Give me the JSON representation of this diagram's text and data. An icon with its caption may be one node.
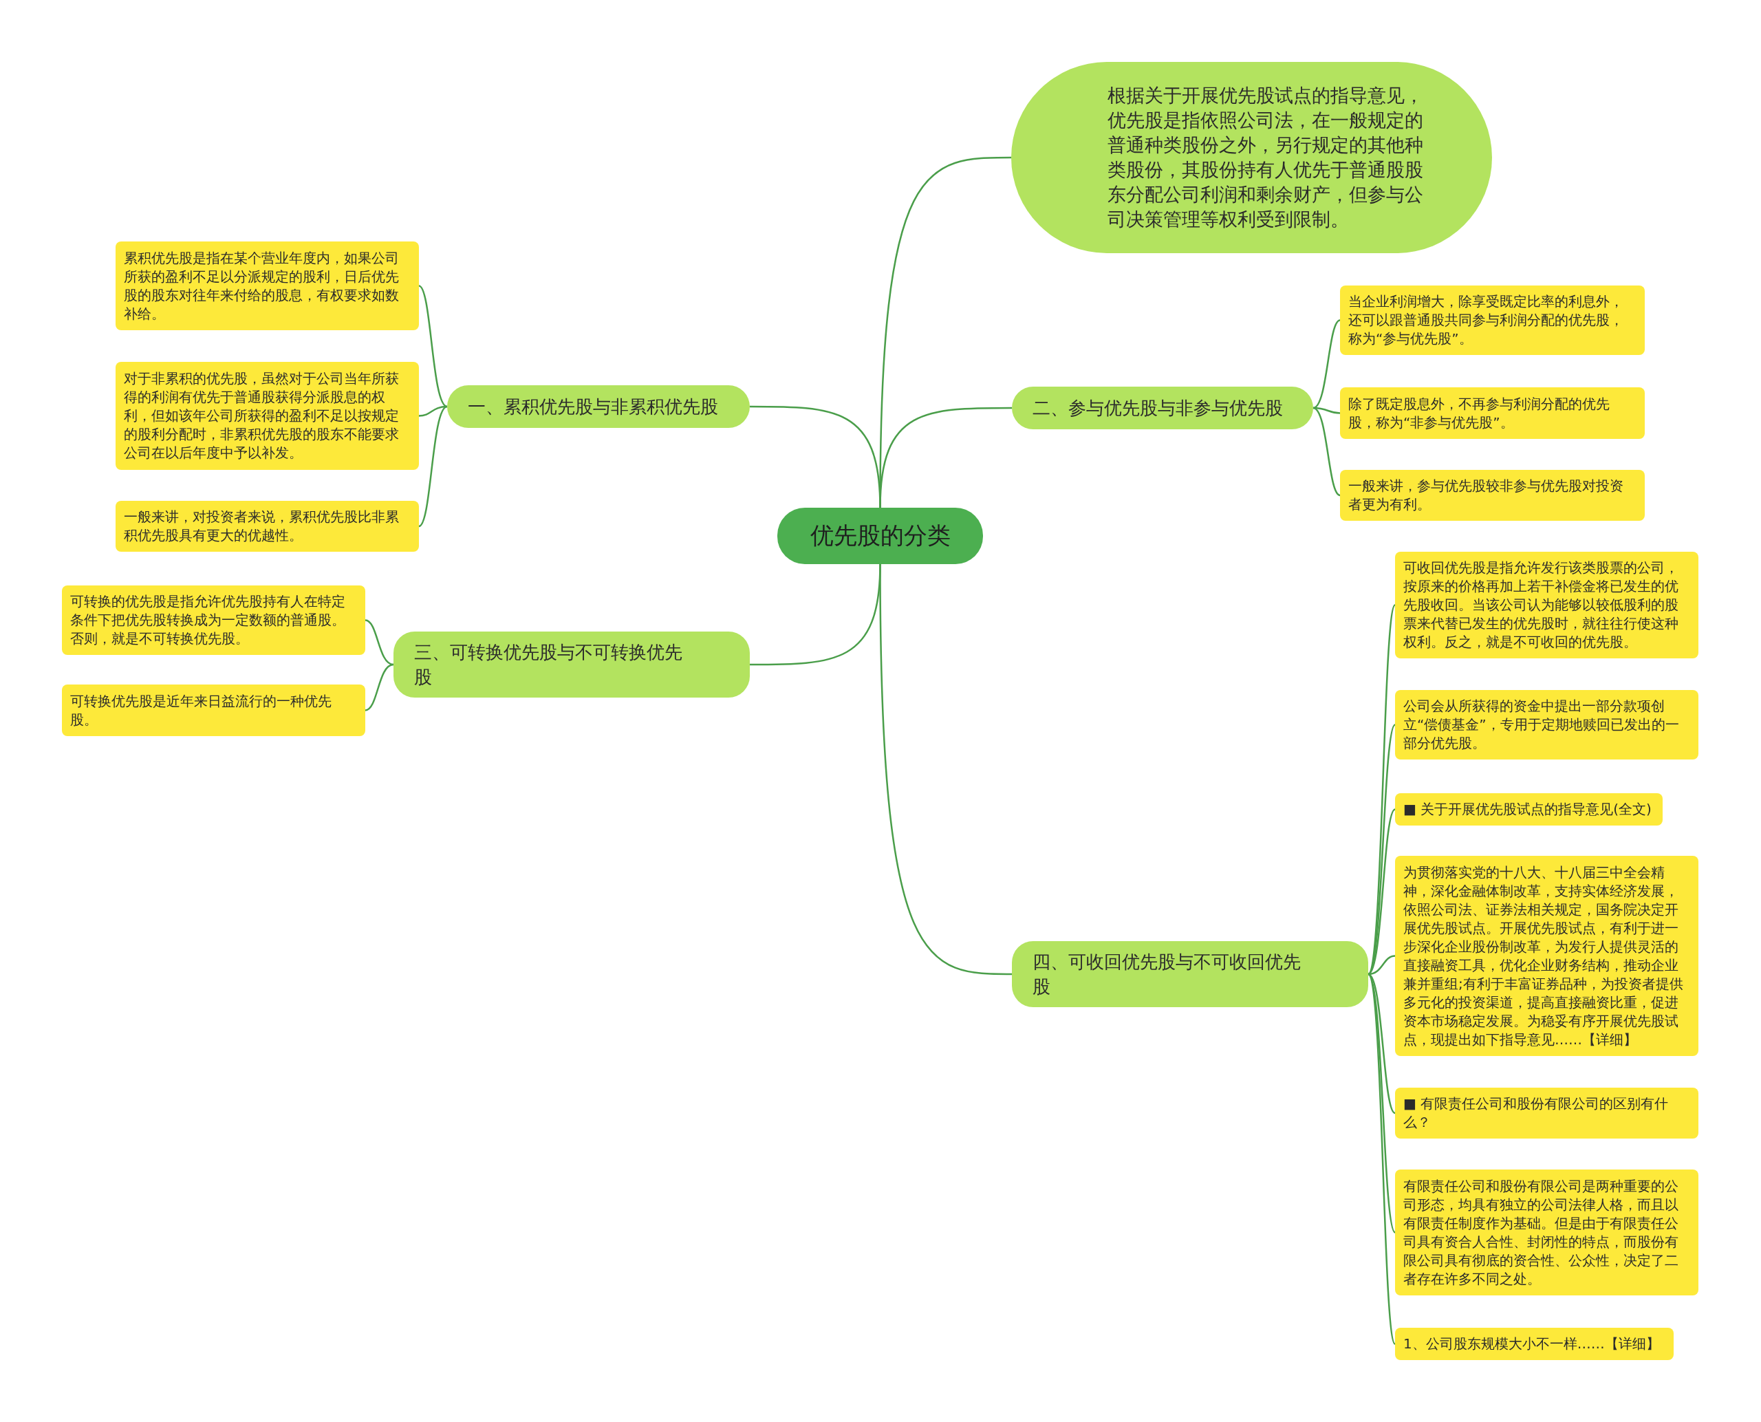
{
  "diagram": {
    "nodes": [
      {
        "text": [
          "优先股的分类"
        ]
      },
      {
        "text": [
          "根据关于开展优先股试点的指导意见，优先股是指依照公司法，在一般规定的普通种类股份之外，另行规定的其他种类股份，其股份持有人优先于普通股股东分配公司利润和剩余财产，但参与公司决策管理等权利受到限制。"
        ]
      },
      {
        "text": [
          "一、累积优先股与非累积优先股"
        ]
      },
      {
        "text": [
          "累积优先股是指在某个营业年度内，如果公司所获的盈利不足以分派规定的股利，日后优先股的股东对往年来付给的股息，有权要求如数补给。"
        ]
      },
      {
        "text": [
          "对于非累积的优先股，虽然对于公司当年所获得的利润有优先于普通股获得分派股息的权利，但如该年公司所获得的盈利不足以按规定的股利分配时，非累积优先股的股东不能要求公司在以后年度中予以补发。"
        ]
      },
      {
        "text": [
          "一般来讲，对投资者来说，累积优先股比非累积优先股具有更大的优越性。"
        ]
      },
      {
        "text": [
          "二、参与优先股与非参与优先股"
        ]
      },
      {
        "text": [
          "当企业利润增大，除享受既定比率的利息外，还可以跟普通股共同参与利润分配的优先股，称为“参与优先股”。"
        ]
      },
      {
        "text": [
          "除了既定股息外，不再参与利润分配的优先股，称为“非参与优先股”。"
        ]
      },
      {
        "text": [
          "一般来讲，参与优先股较非参与优先股对投资者更为有利。"
        ]
      },
      {
        "text": [
          "三、可转换优先股与不可转换优先股"
        ]
      },
      {
        "text": [
          "可转换的优先股是指允许优先股持有人在特定条件下把优先股转换成为一定数额的普通股。否则，就是不可转换优先股。"
        ]
      },
      {
        "text": [
          "可转换优先股是近年来日益流行的一种优先股。"
        ]
      },
      {
        "text": [
          "四、可收回优先股与不可收回优先股"
        ]
      },
      {
        "text": [
          "可收回优先股是指允许发行该类股票的公司，按原来的价格再加上若干补偿金将已发生的优先股收回。当该公司认为能够以较低股利的股票来代替已发生的优先股时，就往往行使这种权利。反之，就是不可收回的优先股。"
        ]
      },
      {
        "text": [
          "公司会从所获得的资金中提出一部分款项创立“偿债基金”，专用于定期地赎回已发出的一部分优先股。"
        ]
      },
      {
        "text": [
          "■ 关于开展优先股试点的指导意见(全文)"
        ]
      },
      {
        "text": [
          "为贯彻落实党的十八大、十八届三中全会精神，深化金融体制改革，支持实体经济发展，依照公司法、证券法相关规定，国务院决定开展优先股试点。开展优先股试点，有利于进一步深化企业股份制改革，为发行人提供灵活的直接融资工具，优化企业财务结构，推动企业兼并重组;有利于丰富证券品种，为投资者提供多元化的投资渠道，提高直接融资比重，促进资本市场稳定发展。为稳妥有序开展优先股试点，现提出如下指导意见……【详细】"
        ]
      },
      {
        "text": [
          "■ 有限责任公司和股份有限公司的区别有什么？"
        ]
      },
      {
        "text": [
          "有限责任公司和股份有限公司是两种重要的公司形态，均具有独立的公司法律人格，而且以有限责任制度作为基础。但是由于有限责任公司具有资合人合性、封闭性的特点，而股份有限公司具有彻底的资合性、公众性，决定了二者存在许多不同之处。"
        ]
      },
      {
        "text": [
          "1、公司股东规模大小不一样……【详细】"
        ]
      }
    ],
    "edges": [
      {
        "from": 0,
        "to": 1,
        "arrow": "none"
      },
      {
        "from": 0,
        "to": 2,
        "arrow": "none"
      },
      {
        "from": 0,
        "to": 6,
        "arrow": "none"
      },
      {
        "from": 0,
        "to": 10,
        "arrow": "none"
      },
      {
        "from": 0,
        "to": 13,
        "arrow": "none"
      },
      {
        "from": 2,
        "to": 3,
        "arrow": "none"
      },
      {
        "from": 2,
        "to": 4,
        "arrow": "none"
      },
      {
        "from": 2,
        "to": 5,
        "arrow": "none"
      },
      {
        "from": 6,
        "to": 7,
        "arrow": "none"
      },
      {
        "from": 6,
        "to": 8,
        "arrow": "none"
      },
      {
        "from": 6,
        "to": 9,
        "arrow": "none"
      },
      {
        "from": 10,
        "to": 11,
        "arrow": "none"
      },
      {
        "from": 10,
        "to": 12,
        "arrow": "none"
      },
      {
        "from": 13,
        "to": 14,
        "arrow": "none"
      },
      {
        "from": 13,
        "to": 15,
        "arrow": "none"
      },
      {
        "from": 13,
        "to": 16,
        "arrow": "none"
      },
      {
        "from": 13,
        "to": 17,
        "arrow": "none"
      },
      {
        "from": 13,
        "to": 18,
        "arrow": "none"
      },
      {
        "from": 13,
        "to": 19,
        "arrow": "none"
      },
      {
        "from": 13,
        "to": 20,
        "arrow": "none"
      }
    ]
  }
}
